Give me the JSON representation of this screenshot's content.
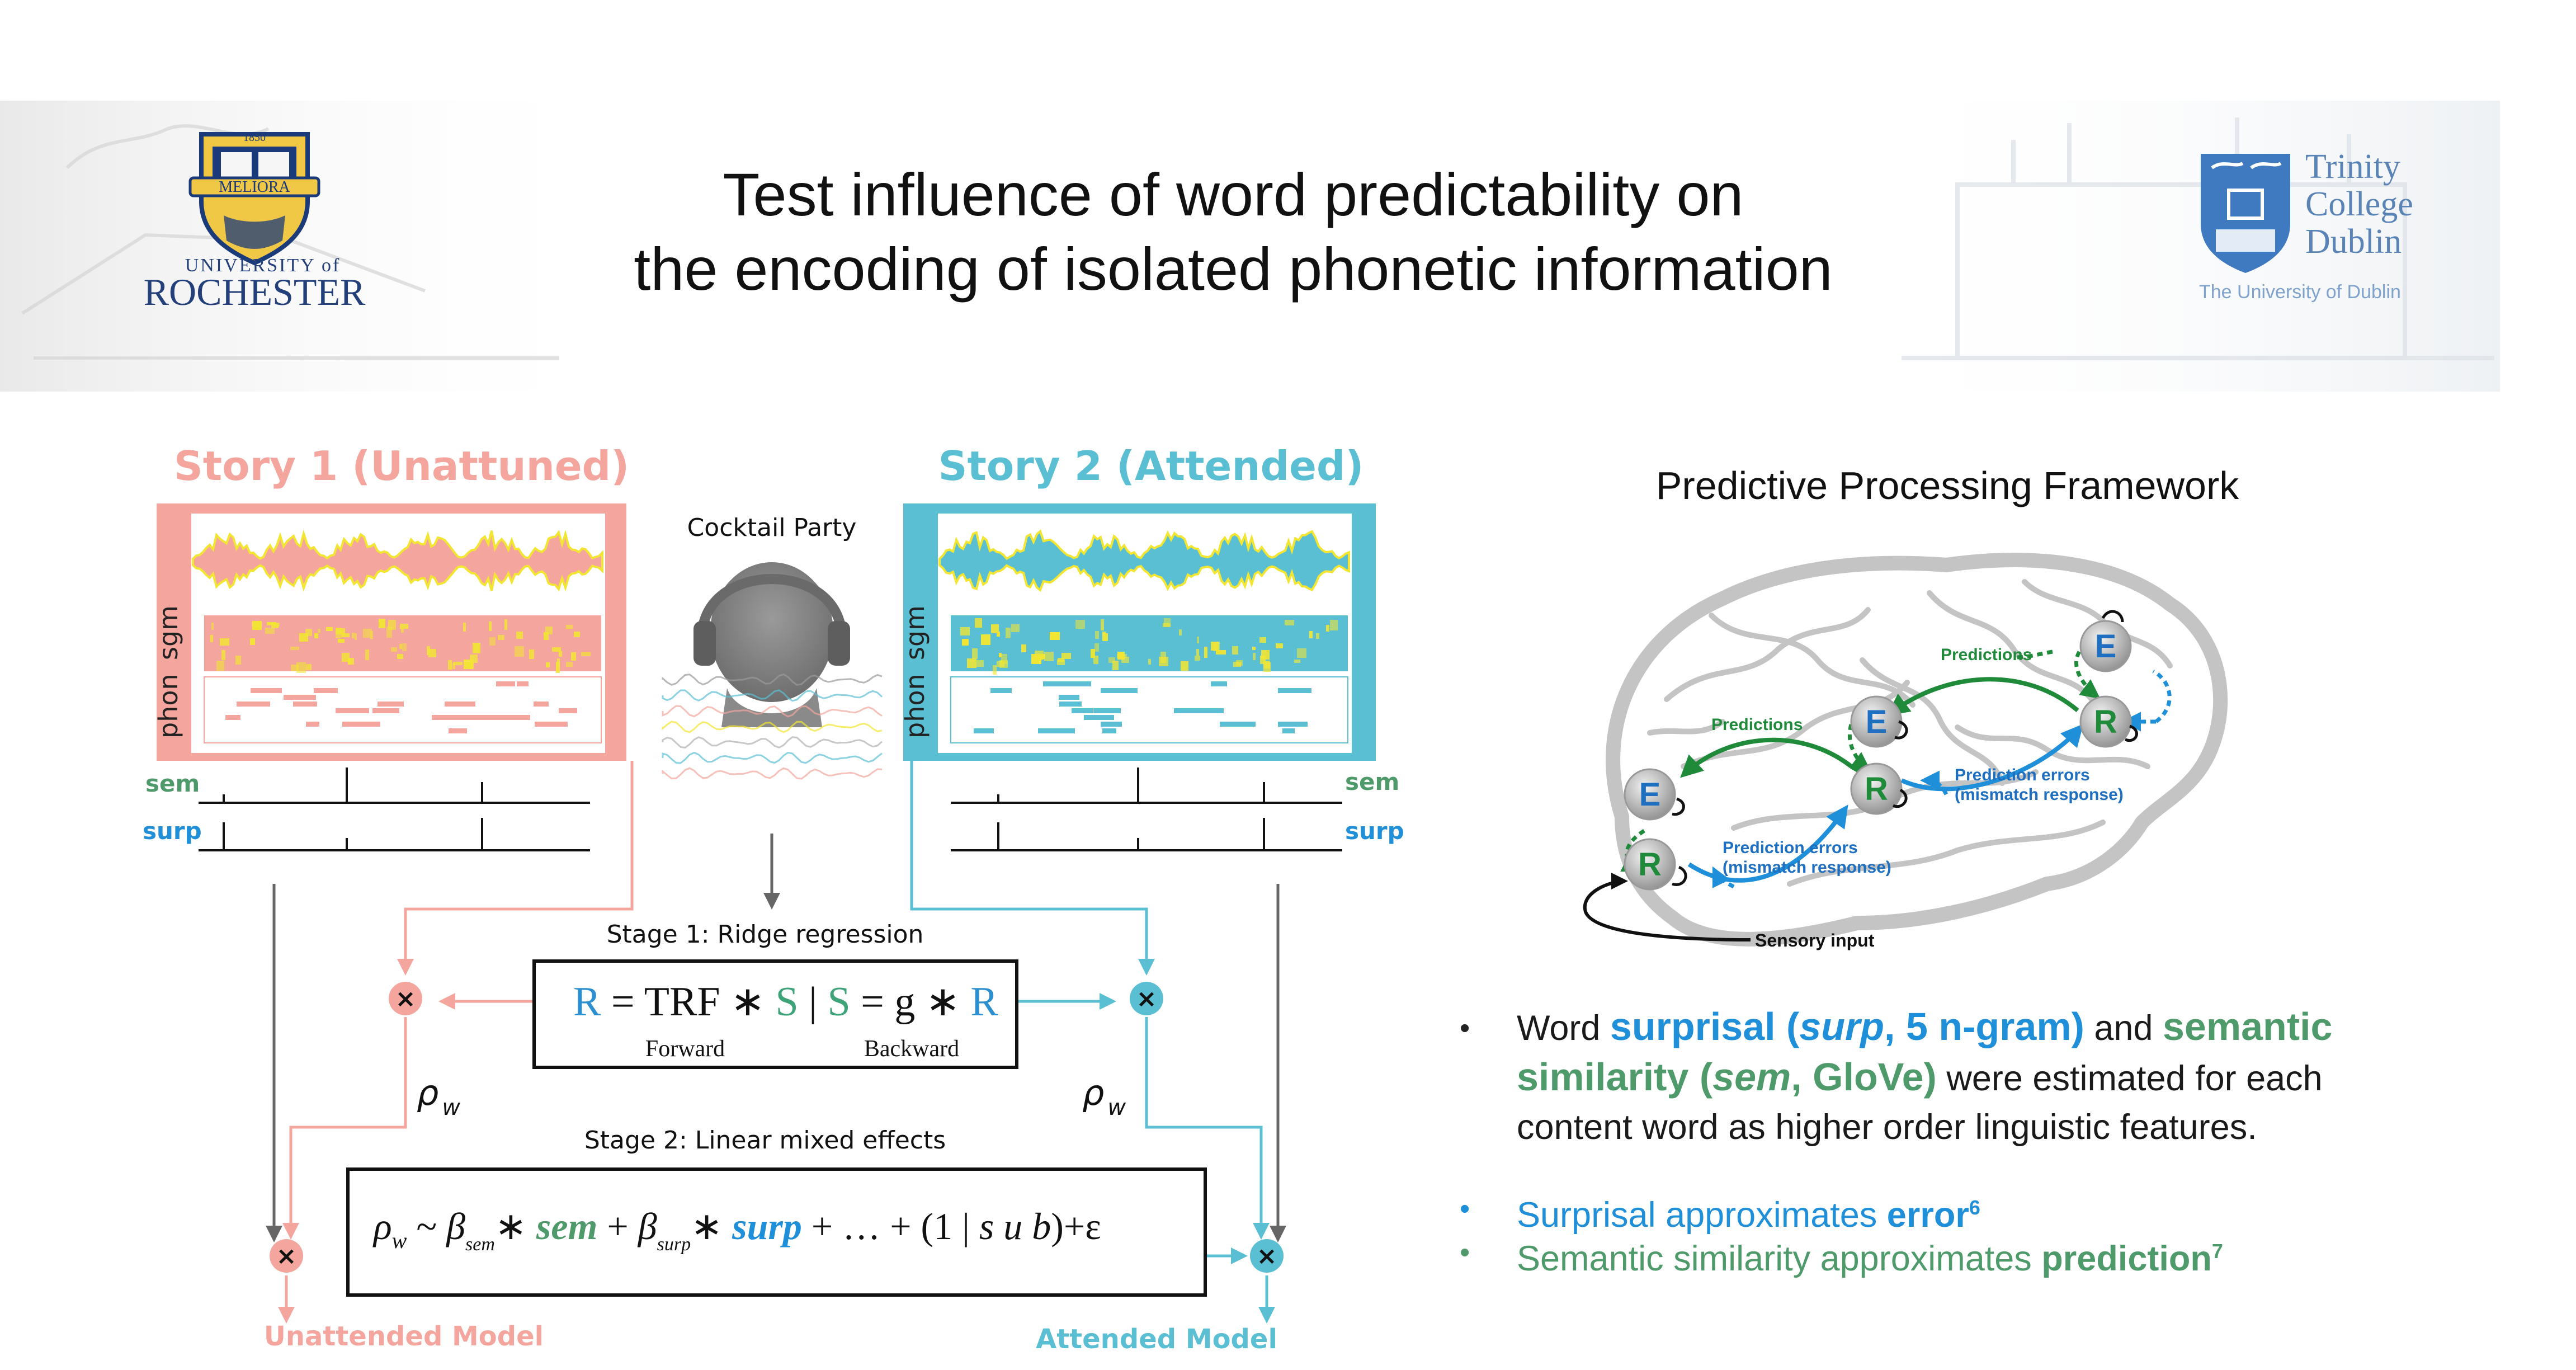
{
  "colors": {
    "salmon": "#f4a69e",
    "teal": "#5bbfd3",
    "blue": "#1e8fd8",
    "green": "#4f9a6a",
    "dkgreen": "#1f8a3a",
    "gray": "#666666",
    "yellow": "#f2e632"
  },
  "title": {
    "line1": "Test influence of word predictability on",
    "line2": "the encoding of isolated phonetic information"
  },
  "logos": {
    "rochester": {
      "seal_year": "1850",
      "motto": "MELIORA",
      "univ": "UNIVERSITY of",
      "name": "ROCHESTER"
    },
    "tcd": {
      "line1": "Trinity",
      "line2": "College",
      "line3": "Dublin",
      "sub": "The University of Dublin"
    }
  },
  "diagram": {
    "story1_title": "Story 1 (Unattuned)",
    "story2_title": "Story 2 (Attended)",
    "cocktail_label": "Cocktail Party",
    "label_phon": "phon",
    "label_sgm": "sgm",
    "label_sem": "sem",
    "label_surp": "surp",
    "stage1_label": "Stage 1: Ridge regression",
    "stage2_label": "Stage 2: Linear mixed effects",
    "eq1": {
      "R": "R",
      "eq": " = TRF ∗ ",
      "S": "S",
      "bar": " | ",
      "S2": "S",
      "eq2": " = g ∗ ",
      "R2": "R",
      "forward": "Forward",
      "backward": "Backward"
    },
    "rho_w": "ρ",
    "rho_sub": "w",
    "eq2": {
      "rho": "ρ",
      "rho_sub": "w",
      "tilde": " ~ ",
      "beta": "β",
      "sub_sem": "sem",
      "star": "∗",
      "sem": "sem",
      "plus": " + ",
      "sub_surp": "surp",
      "surp": "surp",
      "rest": " + … + (1 | ",
      "sub": "s u b",
      "end": ")+ε"
    },
    "multiply": "×",
    "unattended_model": "Unattended Model",
    "attended_model": "Attended Model"
  },
  "framework": {
    "title": "Predictive Processing Framework",
    "node_E": "E",
    "node_R": "R",
    "predictions": "Predictions",
    "pred_errors": "Prediction errors",
    "mismatch": "(mismatch response)",
    "sensory": "Sensory input"
  },
  "bullets": {
    "b1": {
      "t1": "Word ",
      "t2": "surprisal (",
      "t3": "surp",
      "t4": ", 5 n-gram)",
      "t5": " and ",
      "t6": "semantic",
      "t7": "similarity (",
      "t8": "sem",
      "t9": ", GloVe)",
      "t10": " were estimated for each",
      "t11": "content word as higher order linguistic features."
    },
    "b2": {
      "t1": "Surprisal approximates ",
      "t2": "error",
      "sup": "6"
    },
    "b3": {
      "t1": "Semantic similarity approximates ",
      "t2": "prediction",
      "sup": "7"
    },
    "marker": "•"
  }
}
